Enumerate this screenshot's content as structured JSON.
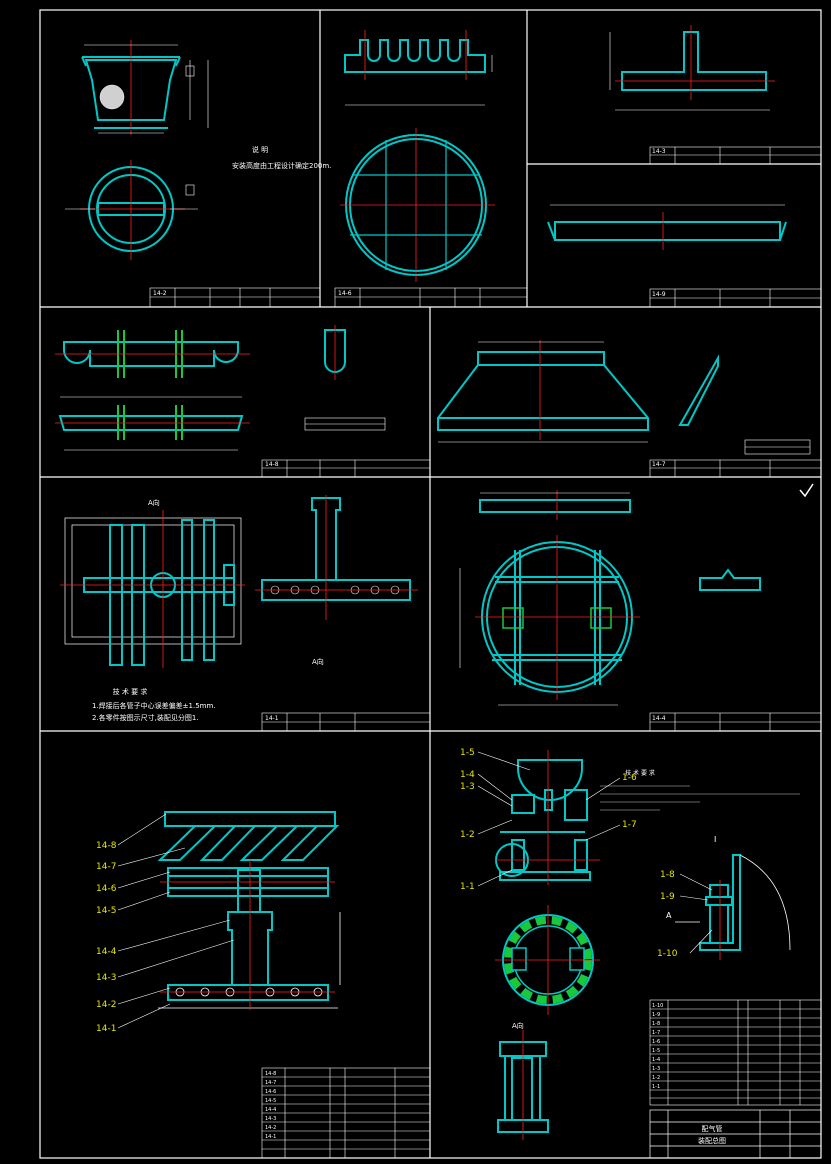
{
  "colors": {
    "background": "#000000",
    "frame": "#ffffff",
    "outline": "#00c8c8",
    "centerline": "#ff2020",
    "leader": "#ffffff",
    "part_label": "#e6e600",
    "green": "#19c83c"
  },
  "notes": {
    "top_note_title": "说 明",
    "top_note_text": "安装高度由工程设计确定200m.",
    "tech_title": "技 术 要 求",
    "tech_line1": "1.焊接后各管子中心误差偏差±1.5mm.",
    "tech_line2": "2.各零件按图示尺寸,装配见分图1.",
    "tech_line3": "技 术 要 求"
  },
  "view_labels": {
    "view_A_top": "A向",
    "view_A_bottom": "A向",
    "view_I": "I",
    "arrow_A": "A"
  },
  "title_blocks": {
    "tb_14_2": "14-2",
    "tb_14_6": "14-6",
    "tb_14_3": "14-3",
    "tb_14_9": "14-9",
    "tb_14_8": "14-8",
    "tb_14_7": "14-7",
    "tb_14_1": "14-1",
    "tb_14_4": "14-4"
  },
  "assembly_callouts_left": [
    "14-8",
    "14-7",
    "14-6",
    "14-5",
    "14-4",
    "14-3",
    "14-2",
    "14-1"
  ],
  "assembly_callouts_right": [
    "1-5",
    "1-4",
    "1-3",
    "1-2",
    "1-1",
    "1-6",
    "1-7"
  ],
  "detail_callouts": [
    "1-8",
    "1-9",
    "1-10"
  ],
  "bom_left_rows": [
    "14-8",
    "14-7",
    "14-6",
    "14-5",
    "14-4",
    "14-3",
    "14-2",
    "14-1"
  ],
  "bom_right_rows": [
    "1-10",
    "1-9",
    "1-8",
    "1-7",
    "1-6",
    "1-5",
    "1-4",
    "1-3",
    "1-2",
    "1-1"
  ],
  "main_title": {
    "line1": "配气管",
    "line2": "装配总图"
  }
}
